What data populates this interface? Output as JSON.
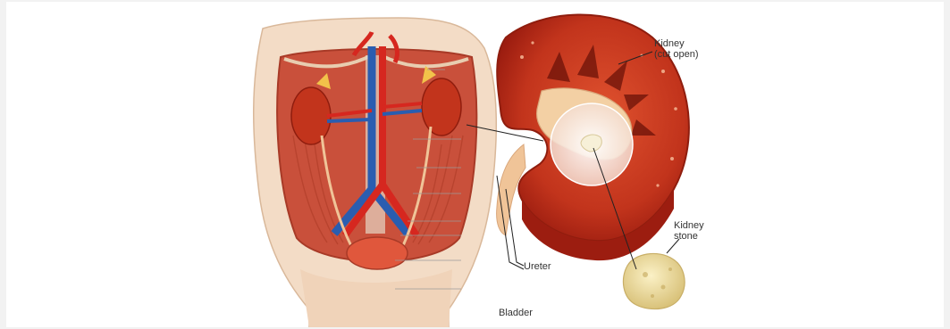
{
  "diagram": {
    "labels": {
      "kidney_line1": "Kidney",
      "kidney_line2": "(cut open)",
      "stone_line1": "Kidney",
      "stone_line2": "stone",
      "ureter": "Ureter",
      "bladder": "Bladder"
    },
    "colors": {
      "background": "#f2f2f2",
      "panel": "#ffffff",
      "skin": "#f3dcc6",
      "muscle": "#c9503b",
      "kidney_outer": "#c2341c",
      "kidney_inner": "#a8200f",
      "artery": "#d6271f",
      "vein": "#2a5db0",
      "ureter": "#f0c498",
      "stone": "#f2e2a6"
    }
  }
}
